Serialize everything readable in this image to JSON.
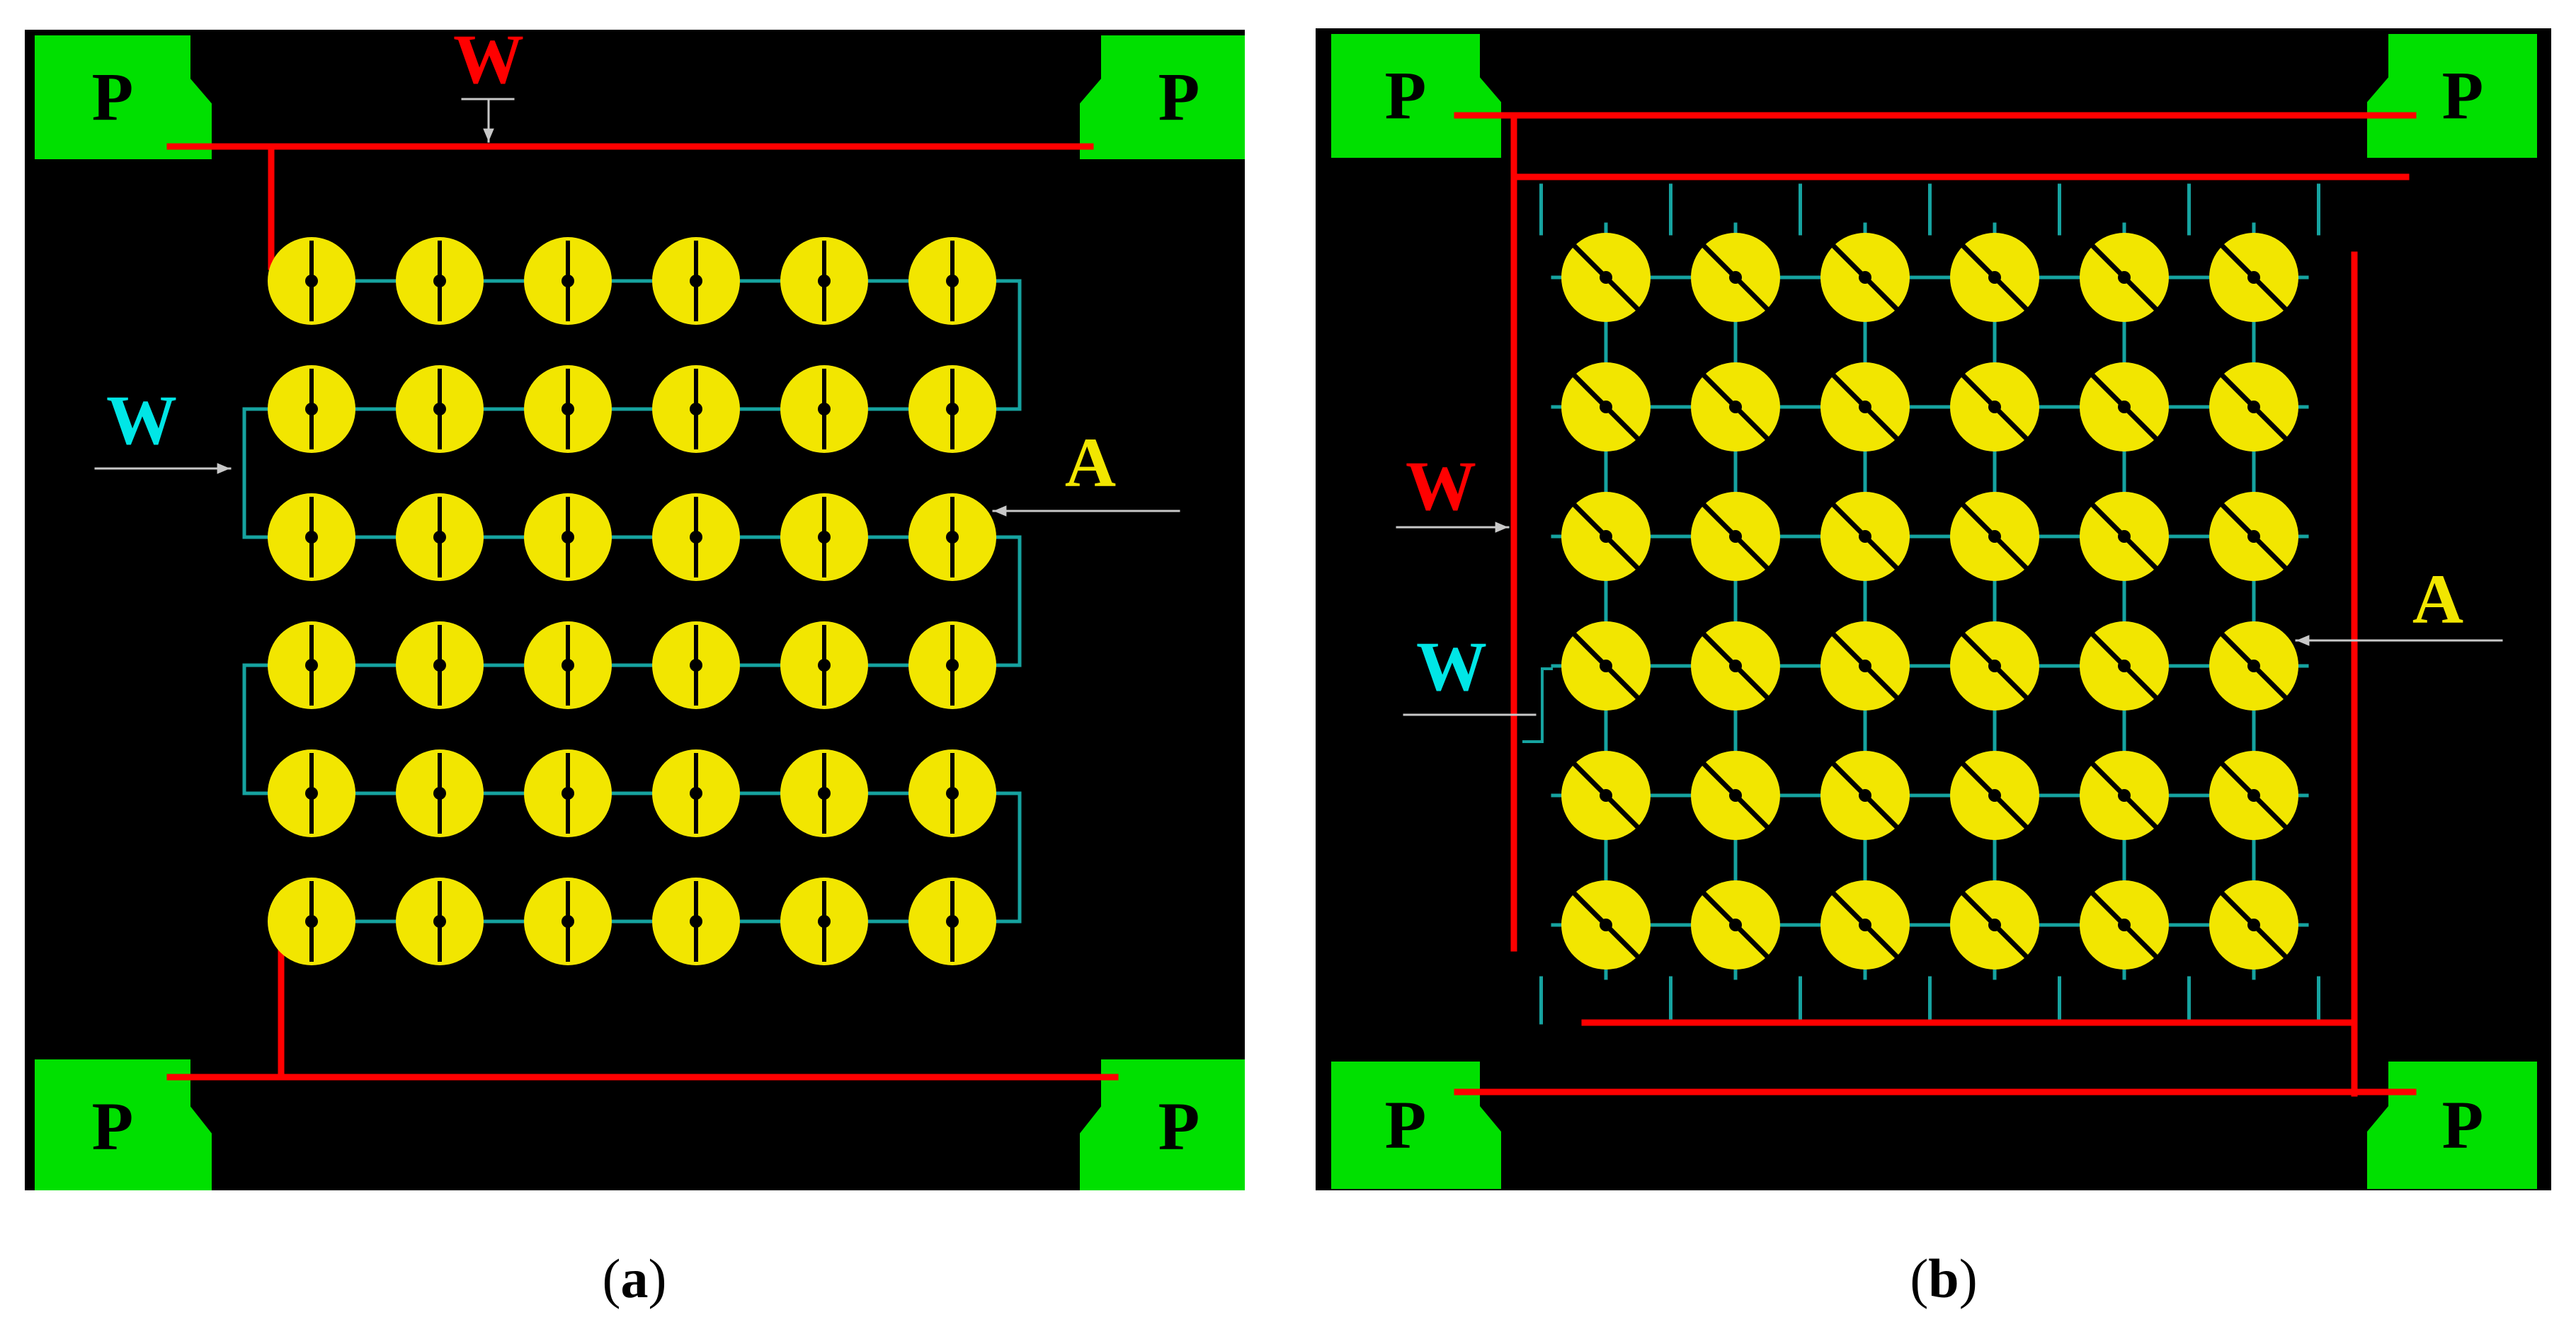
{
  "colors": {
    "background": "#000000",
    "pad": "#00e000",
    "pad_text": "#000000",
    "trace_red": "#ff0000",
    "trace_cyan": "#16a3a0",
    "cell": "#f2e600",
    "cell_hole": "#000000",
    "label_red": "#ff0000",
    "label_cyan": "#00e6e6",
    "label_yellow": "#f2e600",
    "arrow": "#c8c8c8"
  },
  "panels": [
    {
      "id": "a",
      "caption_open": "(",
      "caption_letter": "a",
      "caption_close": ")",
      "pad_label": "P",
      "label_w_red": "W",
      "label_w_cyan": "W",
      "label_a": "A",
      "grid_rows": 6,
      "grid_cols": 6,
      "cell_slot": "vertical",
      "interconnect": "serpentine"
    },
    {
      "id": "b",
      "caption_open": "(",
      "caption_letter": "b",
      "caption_close": ")",
      "pad_label": "P",
      "label_w_red": "W",
      "label_w_cyan": "W",
      "label_a": "A",
      "grid_rows": 6,
      "grid_cols": 6,
      "cell_slot": "diagonal",
      "interconnect": "mesh"
    }
  ]
}
